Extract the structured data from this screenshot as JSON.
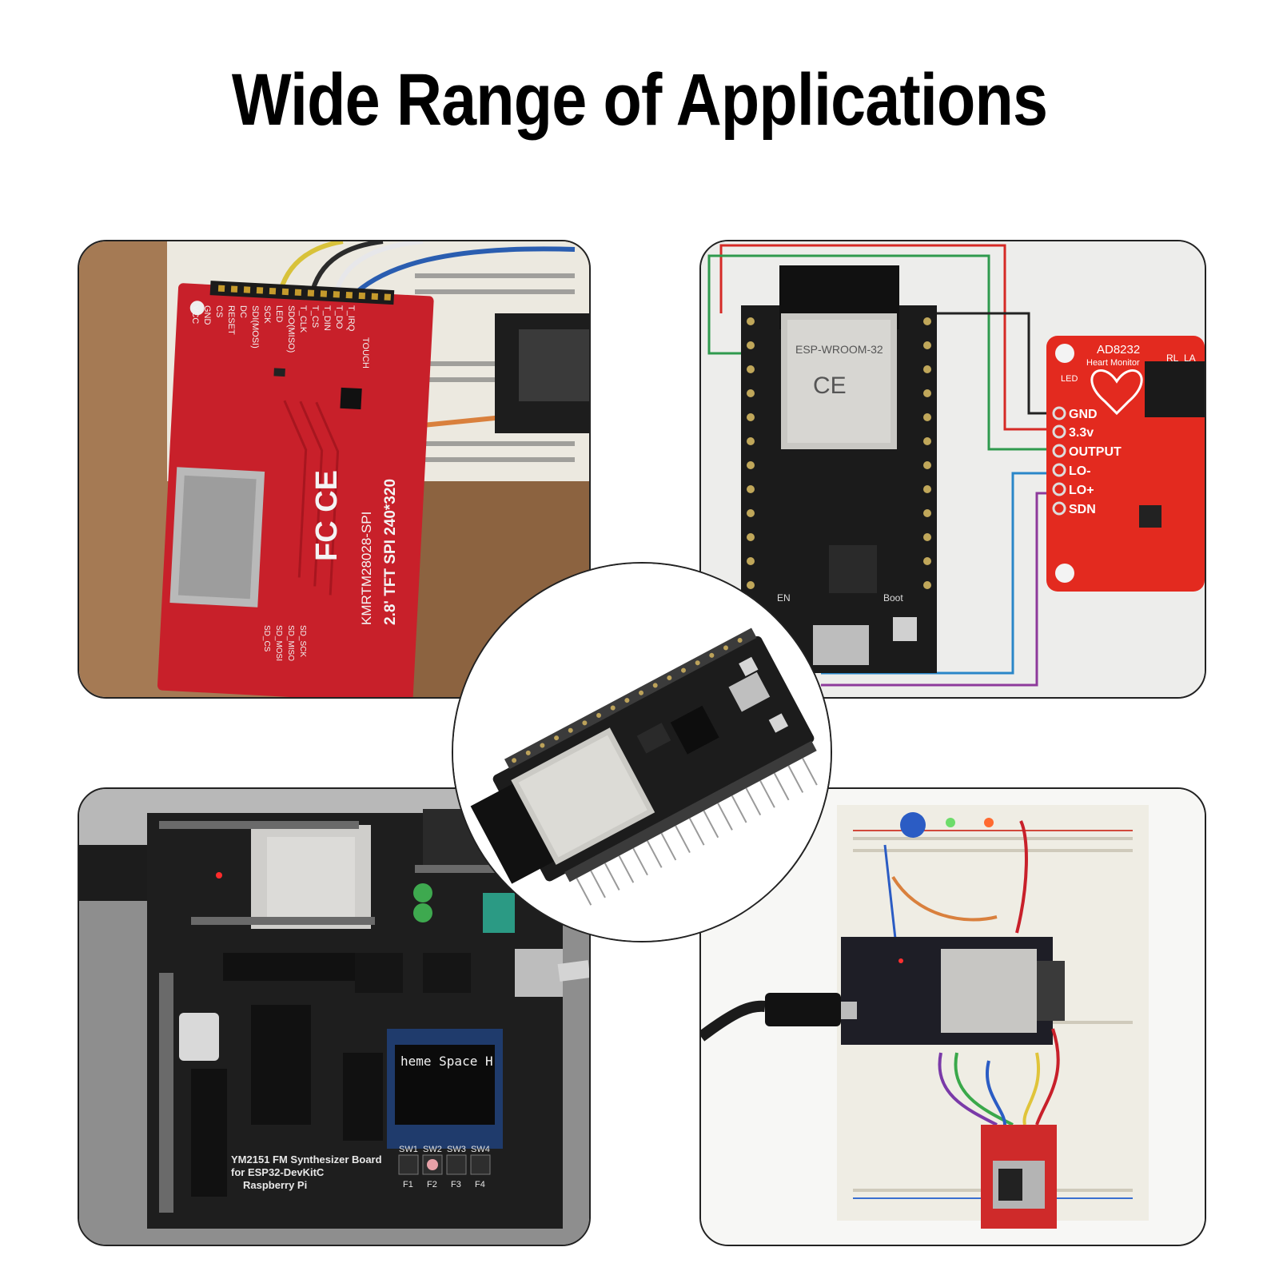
{
  "title": "Wide Range of Applications",
  "tiles": {
    "top_left": {
      "board_text": [
        "KMRTM28028-SPI",
        "2.8' TFT SPI 240*320"
      ],
      "pin_labels": [
        "VCC",
        "GND",
        "CS",
        "RESET",
        "DC",
        "SDI(MOSI)",
        "SCK",
        "LED",
        "SDO(MISO)",
        "T_CLK",
        "T_CS",
        "T_DIN",
        "T_DO",
        "T_IRQ"
      ],
      "marks": [
        "TOUCH",
        "SD_CS",
        "SD_MOSI",
        "SD_MISO",
        "SD_SCK"
      ]
    },
    "top_right": {
      "module_text": "ESP-WROOM-32",
      "sensor_title": "AD8232",
      "sensor_subtitle": "Heart Monitor",
      "sensor_pins": [
        "GND",
        "3.3v",
        "OUTPUT",
        "LO-",
        "LO+",
        "SDN"
      ],
      "misc": [
        "LED",
        "RL",
        "LA",
        "EN",
        "Boot"
      ]
    },
    "bottom_left": {
      "oled_text": "heme Space H",
      "board_lines": [
        "YM2151 FM Synthesizer Board",
        "for ESP32-DevKitC",
        "Raspberry Pi"
      ],
      "buttons": [
        "SW1",
        "SW2",
        "SW3",
        "SW4"
      ],
      "fkeys": [
        "F1",
        "F2",
        "F3",
        "F4"
      ]
    },
    "bottom_right": {}
  },
  "colors": {
    "pcb_red": "#c8202a",
    "pcb_black": "#1e1e1e",
    "breadboard": "#f1efe8",
    "sensor_red": "#e32a1f",
    "wood": "#a57a54"
  }
}
